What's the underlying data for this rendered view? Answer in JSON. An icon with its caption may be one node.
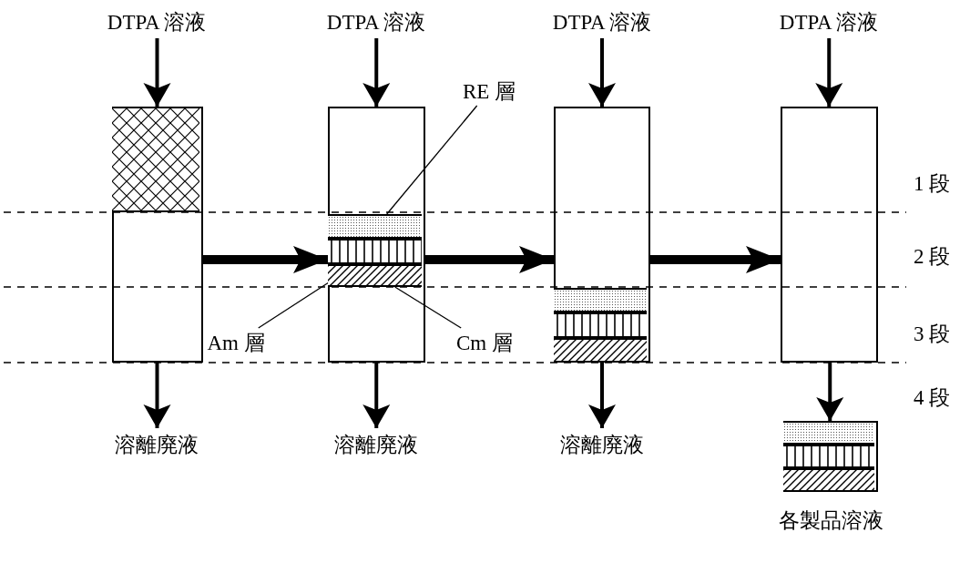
{
  "diagram": {
    "nodes": [
      {
        "text": [
          "DTPA 溶液"
        ]
      },
      {
        "text": [
          "DTPA 溶液"
        ]
      },
      {
        "text": [
          "DTPA 溶液"
        ]
      },
      {
        "text": [
          "DTPA 溶液"
        ]
      },
      {
        "text": [],
        "shape": "box"
      },
      {
        "text": [],
        "shape": "bar",
        "in": 4
      },
      {
        "text": [],
        "shape": "box"
      },
      {
        "text": [],
        "shape": "bar",
        "in": 6
      },
      {
        "text": [],
        "shape": "bar",
        "in": 6
      },
      {
        "text": [],
        "shape": "bar",
        "in": 6
      },
      {
        "text": [],
        "shape": "box"
      },
      {
        "text": [],
        "shape": "bar",
        "in": 10
      },
      {
        "text": [],
        "shape": "bar",
        "in": 10
      },
      {
        "text": [],
        "shape": "bar",
        "in": 10
      },
      {
        "text": [],
        "shape": "box"
      },
      {
        "text": [
          "RE 層"
        ]
      },
      {
        "text": [
          "Am 層"
        ]
      },
      {
        "text": [
          "Cm 層"
        ]
      },
      {
        "text": [
          "溶離廃液"
        ]
      },
      {
        "text": [
          "溶離廃液"
        ]
      },
      {
        "text": [
          "溶離廃液"
        ]
      },
      {
        "text": [],
        "shape": "box",
        "beside": [
          "各製品溶液"
        ]
      },
      {
        "text": [],
        "shape": "bar",
        "in": 21
      },
      {
        "text": [],
        "shape": "bar",
        "in": 21
      },
      {
        "text": [],
        "shape": "bar",
        "in": 21
      }
    ],
    "edges": [
      {
        "from": 0,
        "to": 4,
        "arrow": "to"
      },
      {
        "from": 1,
        "to": 6,
        "arrow": "to"
      },
      {
        "from": 2,
        "to": 10,
        "arrow": "to"
      },
      {
        "from": 3,
        "to": 14,
        "arrow": "to"
      },
      {
        "from": 4,
        "to": 18,
        "arrow": "to"
      },
      {
        "from": 6,
        "to": 19,
        "arrow": "to"
      },
      {
        "from": 10,
        "to": 20,
        "arrow": "to"
      },
      {
        "from": 14,
        "to": 21,
        "arrow": "to"
      },
      {
        "from": 4,
        "to": 6,
        "arrow": "to",
        "style": "thick"
      },
      {
        "from": 6,
        "to": 10,
        "arrow": "to",
        "style": "thick"
      },
      {
        "from": 10,
        "to": 14,
        "arrow": "to",
        "style": "thick"
      },
      {
        "from": 15,
        "to": 7,
        "arrow": "none"
      },
      {
        "from": 16,
        "to": 8,
        "arrow": "none"
      },
      {
        "from": 17,
        "to": 9,
        "arrow": "none"
      }
    ],
    "labels": [
      "1 段",
      "2 段",
      "3 段",
      "4 段"
    ]
  }
}
